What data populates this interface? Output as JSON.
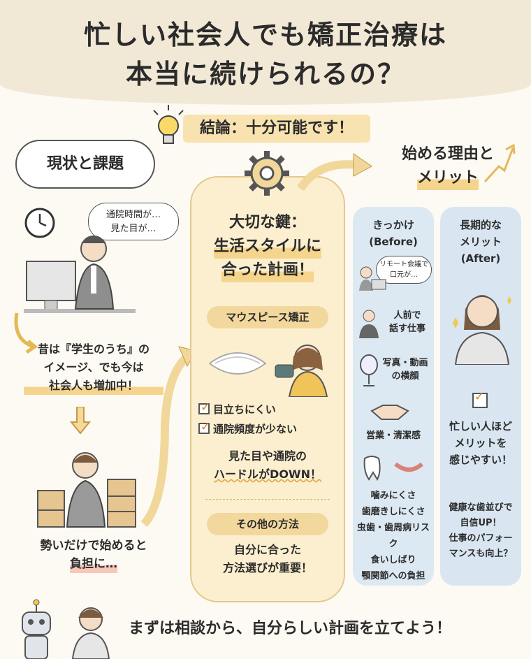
{
  "header": {
    "title_line1": "忙しい社会人でも矯正治療は",
    "title_line2": "本当に続けられるの？"
  },
  "conclusion": "結論：十分可能です！",
  "left": {
    "cloud_label": "現状と課題",
    "bubble_line1": "通院時間が…",
    "bubble_line2": "見た目が…",
    "text1_line1": "昔は『学生のうち』の",
    "text1_line2": "イメージ、でも今は",
    "text1_line3": "社会人も増加中！",
    "text2_line1": "勢いだけで始めると",
    "text2_line2": "負担に…"
  },
  "center": {
    "key_line1": "大切な鍵：",
    "key_line2": "生活スタイルに",
    "key_line3": "合った計画！",
    "tag1": "マウスピース矯正",
    "check1": "目立ちにくい",
    "check2": "通院頻度が少ない",
    "merit_line1": "見た目や通院の",
    "merit_line2": "ハードルがDOWN！",
    "tag2": "その他の方法",
    "other_line1": "自分に合った",
    "other_line2": "方法選びが重要！"
  },
  "right": {
    "title_line1": "始める理由と",
    "title_line2": "メリット",
    "before_head1": "きっかけ",
    "before_head2": "(Before)",
    "remote_line1": "リモート会議で",
    "remote_line2": "口元が…",
    "speech_line1": "人前で",
    "speech_line2": "話す仕事",
    "photo_line1": "写真・動画",
    "photo_line2": "の横顔",
    "sales": "営業・清潔感",
    "issues": [
      "噛みにくさ",
      "歯磨きしにくさ",
      "虫歯・歯周病リスク",
      "食いしばり",
      "顎関節への負担"
    ],
    "after_head1": "長期的な",
    "after_head2": "メリット",
    "after_head3": "(After)",
    "after_line1": "忙しい人ほど",
    "after_line2": "メリットを",
    "after_line3": "感じやすい！",
    "after_small1": "健康な歯並びで",
    "after_small2": "自信UP！",
    "after_small3": "仕事のパフォー",
    "after_small4": "マンスも向上？"
  },
  "footer": "まずは相談から、自分らしい計画を立てよう！"
}
